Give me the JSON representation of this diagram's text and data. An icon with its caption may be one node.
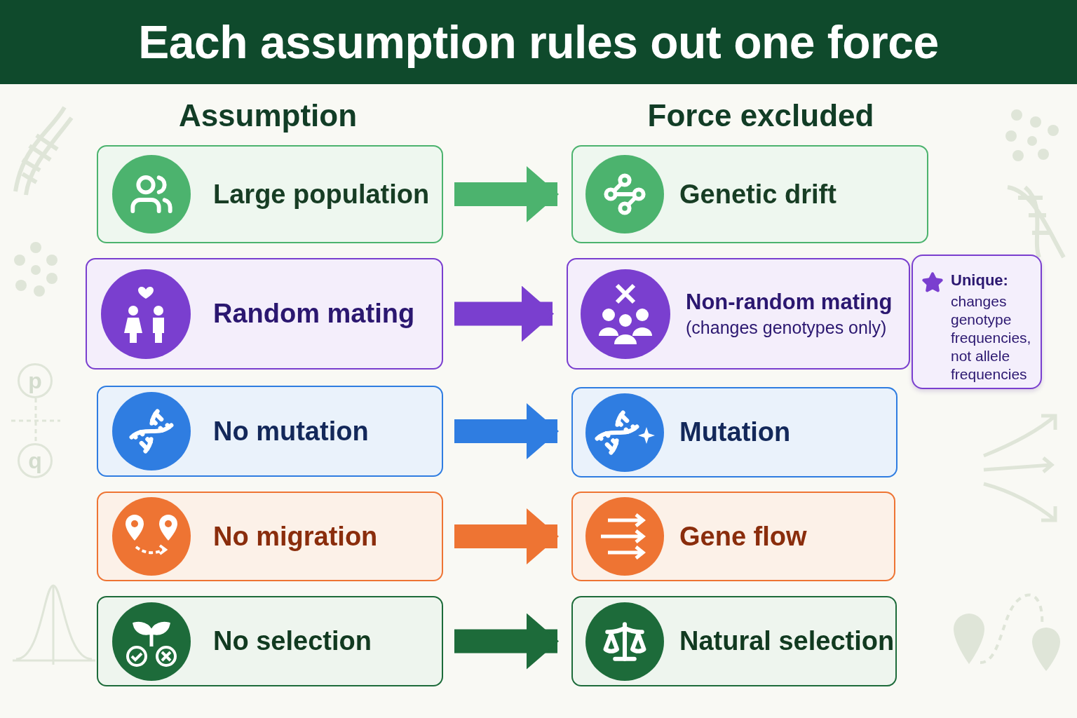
{
  "diagram": {
    "title": "Each assumption rules out one force",
    "nodes": [
      {
        "text": [
          "Large population"
        ]
      },
      {
        "text": [
          "Random mating"
        ]
      },
      {
        "text": [
          "No mutation"
        ]
      },
      {
        "text": [
          "No migration"
        ]
      },
      {
        "text": [
          "No selection"
        ]
      },
      {
        "text": [
          "Genetic drift"
        ]
      },
      {
        "text": [
          "Non-random mating",
          "(changes genotypes only)"
        ]
      },
      {
        "text": [
          "Mutation"
        ]
      },
      {
        "text": [
          "Gene flow"
        ]
      },
      {
        "text": [
          "Natural selection"
        ]
      },
      {
        "text": [
          "Unique:",
          "changes genotype frequencies, not allele frequencies"
        ]
      }
    ],
    "edges": [
      {
        "from": 0,
        "to": 5,
        "arrow": "to",
        "color": "#4cb36e"
      },
      {
        "from": 1,
        "to": 6,
        "arrow": "to",
        "color": "#7a3fcf"
      },
      {
        "from": 2,
        "to": 7,
        "arrow": "to",
        "color": "#2f7de1"
      },
      {
        "from": 3,
        "to": 8,
        "arrow": "to",
        "color": "#ee7433"
      },
      {
        "from": 4,
        "to": 9,
        "arrow": "to",
        "color": "#1d6b3a"
      }
    ],
    "labels": [
      "Assumption",
      "Force excluded",
      "p",
      "q"
    ]
  }
}
